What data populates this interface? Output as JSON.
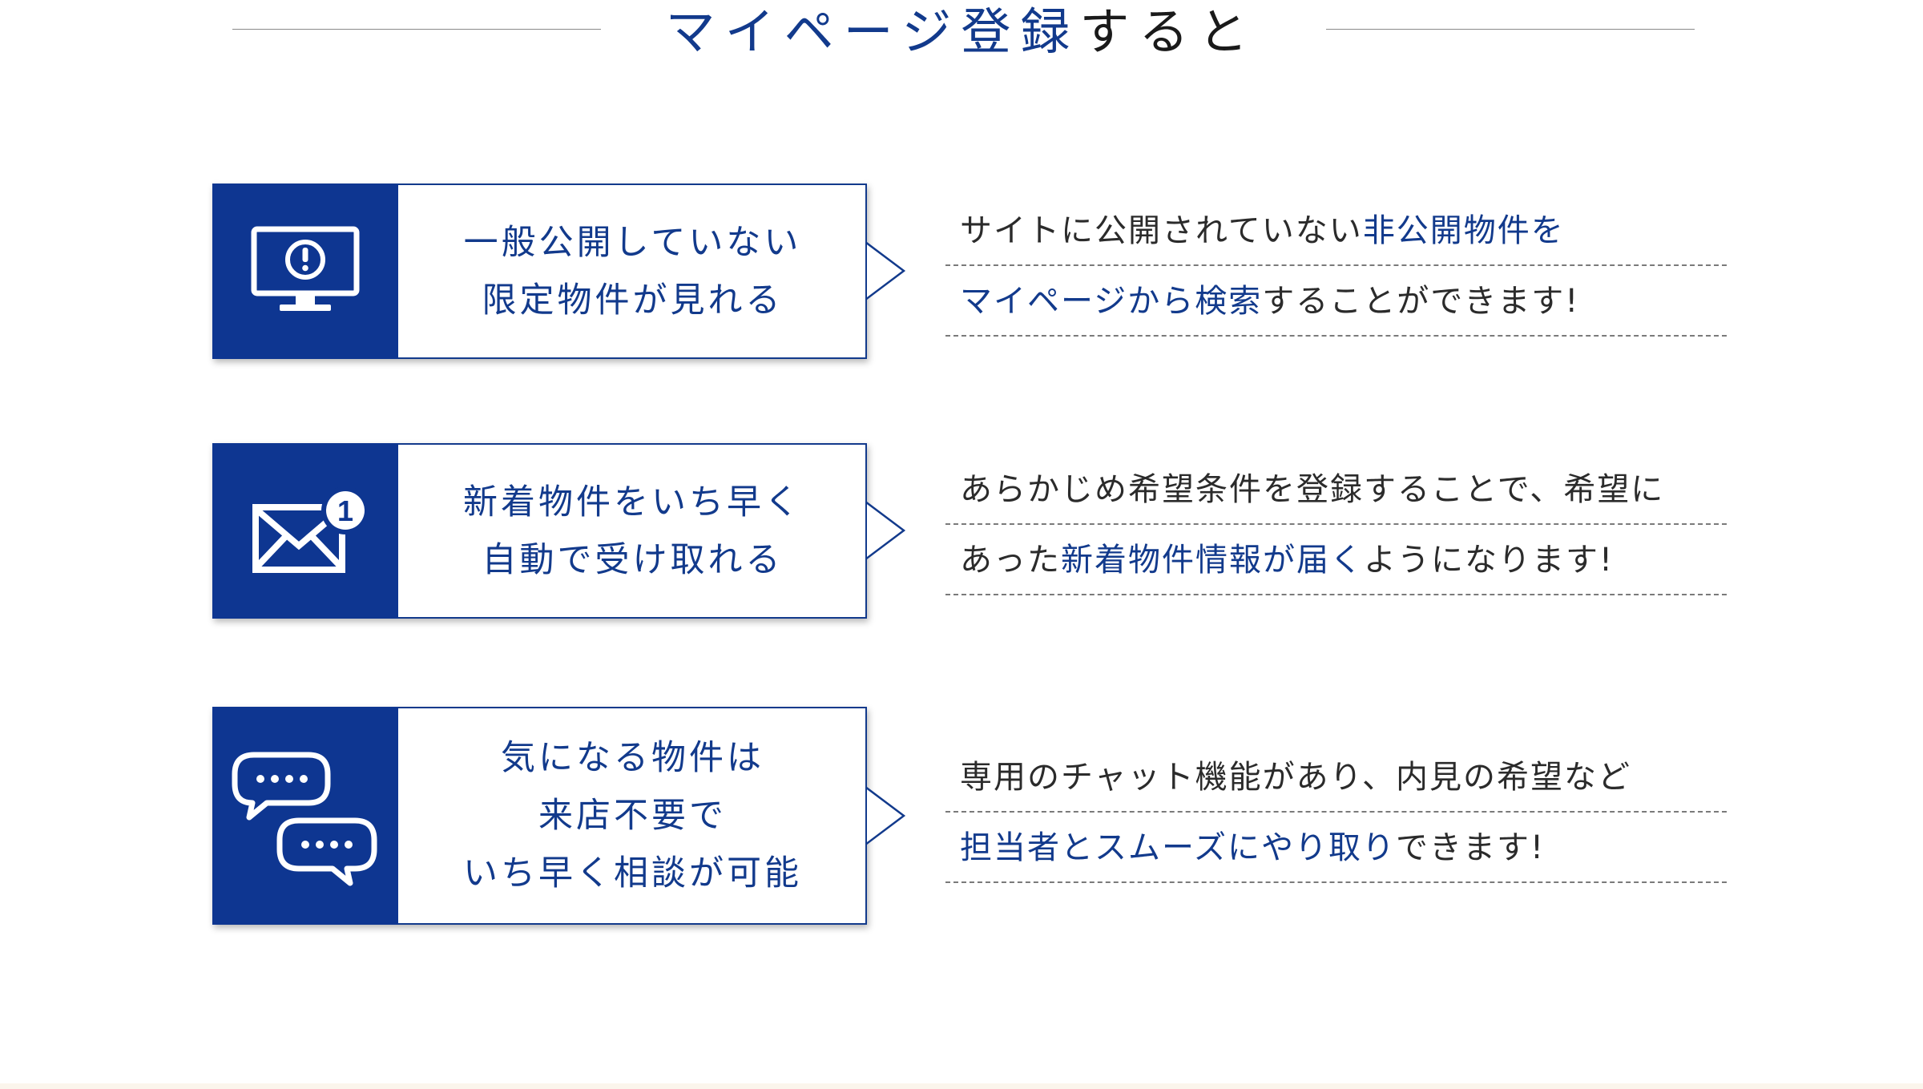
{
  "header": {
    "title_accent": "マイページ登録",
    "title_rest": "すると"
  },
  "features": [
    {
      "icon": "monitor-alert-icon",
      "lines": [
        "一般公開していない",
        "限定物件が見れる"
      ],
      "desc": [
        {
          "plain": "サイトに公開されていない",
          "highlight": "非公開物件を",
          "tail": ""
        },
        {
          "plain": "",
          "highlight": "マイページから検索",
          "tail": "することができます!"
        }
      ]
    },
    {
      "icon": "mail-notification-icon",
      "badge": "1",
      "lines": [
        "新着物件をいち早く",
        "自動で受け取れる"
      ],
      "desc": [
        {
          "plain": "あらかじめ希望条件を登録することで、希望に",
          "highlight": "",
          "tail": ""
        },
        {
          "plain": "あった",
          "highlight": "新着物件情報が届く",
          "tail": "ようになります!"
        }
      ]
    },
    {
      "icon": "chat-bubbles-icon",
      "lines": [
        "気になる物件は",
        "来店不要で",
        "いち早く相談が可能"
      ],
      "desc": [
        {
          "plain": "専用のチャット機能があり、内見の希望など",
          "highlight": "",
          "tail": ""
        },
        {
          "plain": "",
          "highlight": "担当者とスムーズにやり取り",
          "tail": "できます!"
        }
      ]
    }
  ],
  "colors": {
    "navy": "#0e3691",
    "text_blue": "#123a8c",
    "highlight_gold": "#ecc876",
    "body_text": "#2b2b2b"
  }
}
